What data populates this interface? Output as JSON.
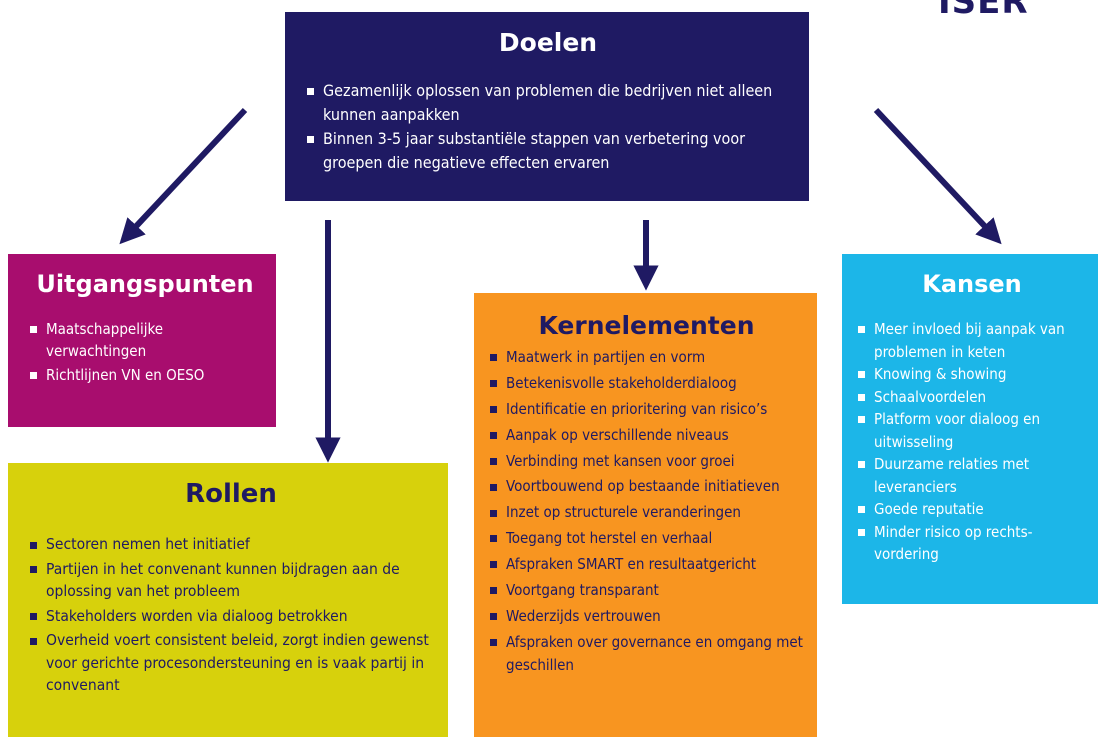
{
  "doelen": {
    "title": "Doelen",
    "items": [
      "Gezamenlijk oplossen van problemen die bedrijven niet alleen kunnen aanpakken",
      "Binnen 3-5 jaar substantiële stappen van verbetering  voor groepen die negatieve effecten ervaren"
    ]
  },
  "uitgangspunten": {
    "title": "Uitgangspunten",
    "items": [
      "Maatschappelijke verwachtingen",
      "Richtlijnen VN en OESO"
    ]
  },
  "rollen": {
    "title": "Rollen",
    "items": [
      "Sectoren nemen het initiatief",
      "Partijen in het convenant kunnen bijdragen aan de oplossing van het probleem",
      "Stakeholders worden via dialoog betrokken",
      "Overheid voert consistent beleid, zorgt indien gewenst voor gerichte procesondersteuning en is vaak partij in convenant"
    ]
  },
  "kernelementen": {
    "title": "Kernelementen",
    "items": [
      "Maatwerk in partijen en vorm",
      "Betekenisvolle stakeholderdialoog",
      "Identificatie en prioritering van risico’s",
      "Aanpak op verschillende niveaus",
      "Verbinding met kansen voor groei",
      "Voortbouwend op bestaande initiatieven",
      "Inzet op structurele veranderingen",
      "Toegang tot herstel en verhaal",
      "Afspraken SMART en resultaatgericht",
      "Voortgang transparant",
      "Wederzijds vertrouwen",
      "Afspraken over governance en omgang met geschillen"
    ]
  },
  "kansen": {
    "title": "Kansen",
    "items": [
      "Meer invloed bij aanpak van problemen in keten",
      "Knowing & showing",
      "Schaalvoordelen",
      "Platform voor dialoog en uitwisseling",
      "Duurzame relaties met leveranciers",
      "Goede reputatie",
      "Minder risico op rechts-vordering"
    ]
  },
  "logo_fragment": "ISER",
  "colors": {
    "doelen": "#1f1a63",
    "uitgangspunten": "#a80d6e",
    "rollen": "#d7d10c",
    "kernelementen": "#f89520",
    "kansen": "#1cb6e8",
    "arrow": "#1f1a63"
  }
}
